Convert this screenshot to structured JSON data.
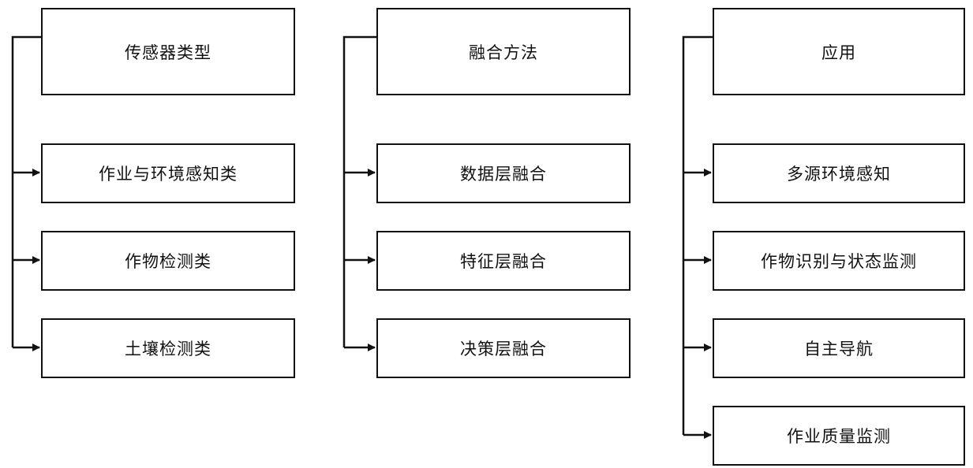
{
  "columns": [
    {
      "header": "传感器类型",
      "items": [
        "作业与环境感知类",
        "作物检测类",
        "土壤检测类"
      ]
    },
    {
      "header": "融合方法",
      "items": [
        "数据层融合",
        "特征层融合",
        "决策层融合"
      ]
    },
    {
      "header": "应用",
      "items": [
        "多源环境感知",
        "作物识别与状态监测",
        "自主导航",
        "作业质量监测"
      ]
    }
  ],
  "colors": {
    "line": "#111111",
    "box_border": "#111111",
    "background": "#ffffff"
  }
}
